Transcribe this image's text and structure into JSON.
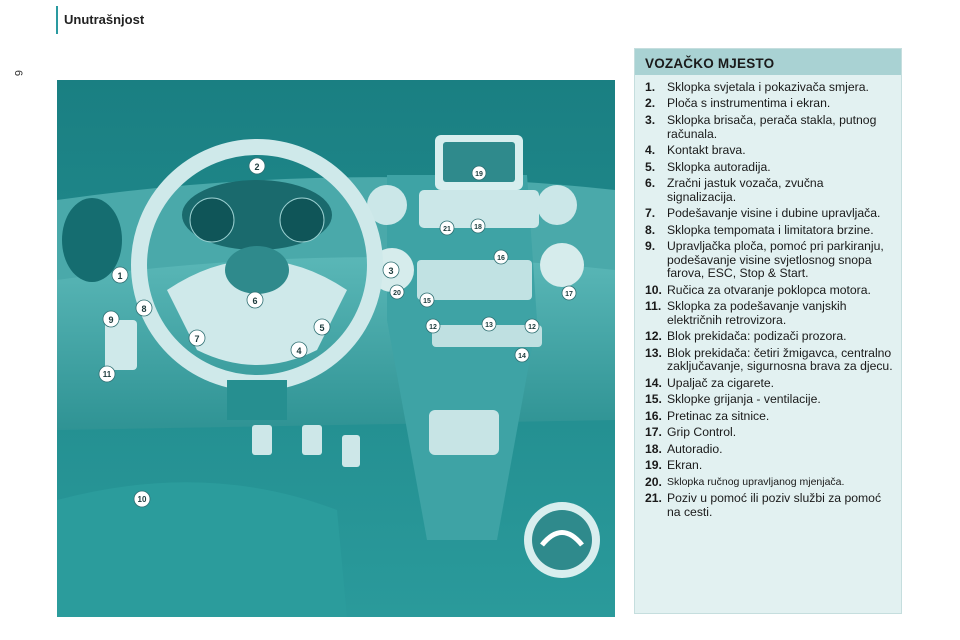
{
  "header": {
    "section_title": "Unutrašnjost",
    "page_number": "6"
  },
  "panel": {
    "title": "VOZAČKO MJESTO",
    "items": [
      {
        "num": "1.",
        "text": "Sklopka svjetala i pokazivača smjera."
      },
      {
        "num": "2.",
        "text": "Ploča s instrumentima i ekran."
      },
      {
        "num": "3.",
        "text": "Sklopka brisača, perača stakla, putnog računala."
      },
      {
        "num": "4.",
        "text": "Kontakt brava."
      },
      {
        "num": "5.",
        "text": "Sklopka autoradija."
      },
      {
        "num": "6.",
        "text": "Zračni jastuk vozača, zvučna signalizacija."
      },
      {
        "num": "7.",
        "text": "Podešavanje visine i dubine upravljača."
      },
      {
        "num": "8.",
        "text": "Sklopka tempomata i limitatora brzine."
      },
      {
        "num": "9.",
        "text": "Upravljačka ploča, pomoć pri parkiranju, podešavanje visine svjetlosnog snopa farova, ESC, Stop & Start."
      },
      {
        "num": "10.",
        "text": "Ručica za otvaranje poklopca motora."
      },
      {
        "num": "11.",
        "text": "Sklopka za podešavanje vanjskih električnih retrovizora."
      },
      {
        "num": "12.",
        "text": "Blok prekidača: podizači prozora."
      },
      {
        "num": "13.",
        "text": "Blok prekidača: četiri žmigavca, centralno zaključavanje, sigurnosna brava za djecu."
      },
      {
        "num": "14.",
        "text": "Upaljač za cigarete."
      },
      {
        "num": "15.",
        "text": "Sklopke grijanja - ventilacije."
      },
      {
        "num": "16.",
        "text": "Pretinac za sitnice."
      },
      {
        "num": "17.",
        "text": "Grip Control."
      },
      {
        "num": "18.",
        "text": "Autoradio."
      },
      {
        "num": "19.",
        "text": "Ekran."
      },
      {
        "num": "20.",
        "text": "Sklopka ručnog upravljanog mjenjača."
      },
      {
        "num": "21.",
        "text": "Poziv u pomoć ili poziv službi za pomoć na cesti."
      }
    ]
  },
  "callouts": [
    "1",
    "2",
    "3",
    "4",
    "5",
    "6",
    "7",
    "8",
    "9",
    "10",
    "11",
    "12",
    "12",
    "13",
    "14",
    "15",
    "16",
    "17",
    "18",
    "19",
    "20",
    "21"
  ],
  "colors": {
    "accent": "#2a9aa0",
    "panel_bg": "#e2f1f1",
    "panel_header": "#a9d2d3",
    "illustration": "#1f8a8c"
  }
}
